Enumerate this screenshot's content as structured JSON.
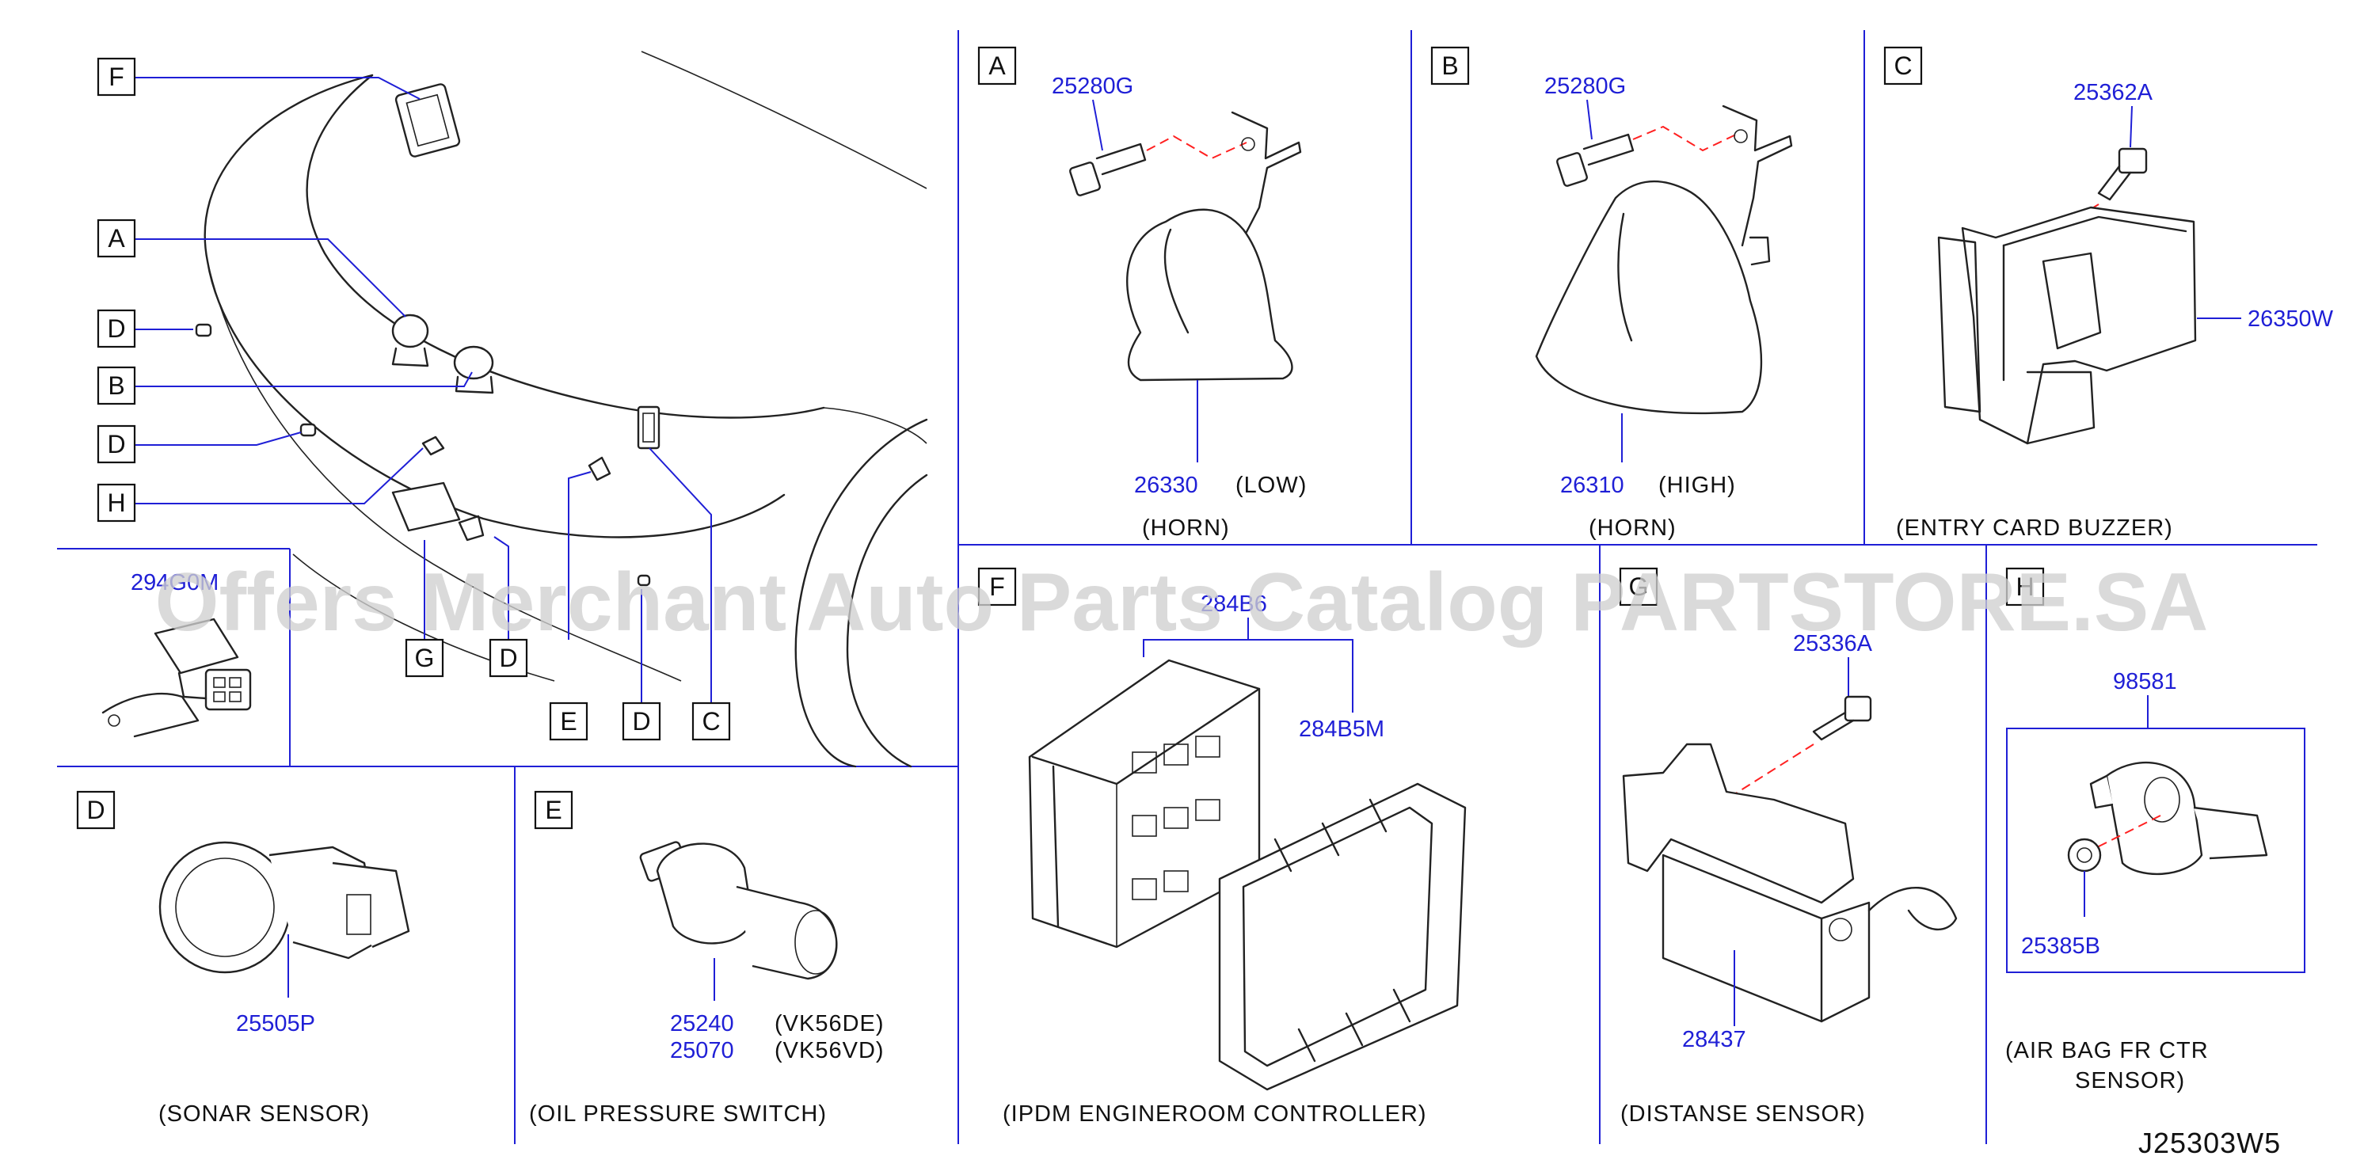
{
  "watermark": "Offers Merchant Auto Parts Catalog PARTSTORE.SA",
  "diagram_code": "J25303W5",
  "overview": {
    "labels": {
      "F": "F",
      "A": "A",
      "D1": "D",
      "B": "B",
      "D2": "D",
      "H": "H",
      "G": "G",
      "D3": "D",
      "E": "E",
      "D4": "D",
      "C": "C"
    }
  },
  "inset": {
    "part": "294G0M"
  },
  "panels": {
    "A": {
      "letter": "A",
      "bolt": "25280G",
      "part": "26330",
      "variant": "(LOW)",
      "caption": "(HORN)"
    },
    "B": {
      "letter": "B",
      "bolt": "25280G",
      "part": "26310",
      "variant": "(HIGH)",
      "caption": "(HORN)"
    },
    "C": {
      "letter": "C",
      "bolt": "25362A",
      "part": "26350W",
      "caption": "(ENTRY   CARD   BUZZER)"
    },
    "D": {
      "letter": "D",
      "part": "25505P",
      "caption": "(SONAR   SENSOR)"
    },
    "E": {
      "letter": "E",
      "part1": "25240",
      "variant1": "(VK56DE)",
      "part2": "25070",
      "variant2": "(VK56VD)",
      "caption": "(OIL   PRESSURE   SWITCH)"
    },
    "F": {
      "letter": "F",
      "part1": "284B6",
      "part2": "284B5M",
      "caption": "(IPDM   ENGINEROOM   CONTROLLER)"
    },
    "G": {
      "letter": "G",
      "bolt": "25336A",
      "part": "28437",
      "caption": "(DISTANSE   SENSOR)"
    },
    "H": {
      "letter": "H",
      "part": "98581",
      "nut": "25385B",
      "caption1": "(AIR   BAG   FR   CTR",
      "caption2": "SENSOR)"
    }
  }
}
